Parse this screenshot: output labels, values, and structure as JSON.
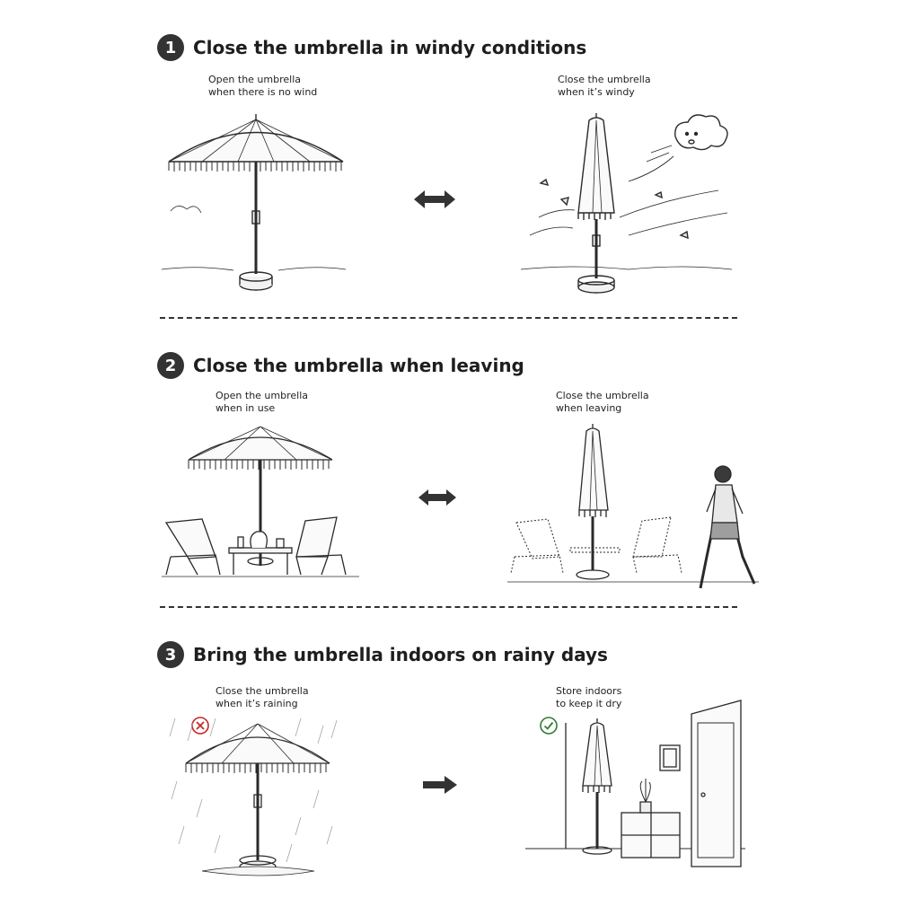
{
  "steps": [
    {
      "number": "1",
      "title": "Close the umbrella in windy conditions",
      "left_caption": [
        "Open the umbrella",
        "when there is no wind"
      ],
      "right_caption": [
        "Close the umbrella",
        "when it’s windy"
      ],
      "transition": "double-arrow-icon"
    },
    {
      "number": "2",
      "title": "Close the umbrella when leaving",
      "left_caption": [
        "Open the umbrella",
        "when in use"
      ],
      "right_caption": [
        "Close the umbrella",
        "when leaving"
      ],
      "transition": "double-arrow-icon"
    },
    {
      "number": "3",
      "title": "Bring the umbrella indoors on rainy days",
      "left_caption": [
        "Close the umbrella",
        "when it’s raining"
      ],
      "right_caption": [
        "Store indoors",
        "to keep it dry"
      ],
      "transition": "right-arrow-icon",
      "left_status": "cross-icon",
      "right_status": "check-icon"
    }
  ],
  "colors": {
    "ink": "#2a2a2a",
    "badge": "#333333",
    "wrong": "#c62828",
    "right": "#2e7d32"
  }
}
